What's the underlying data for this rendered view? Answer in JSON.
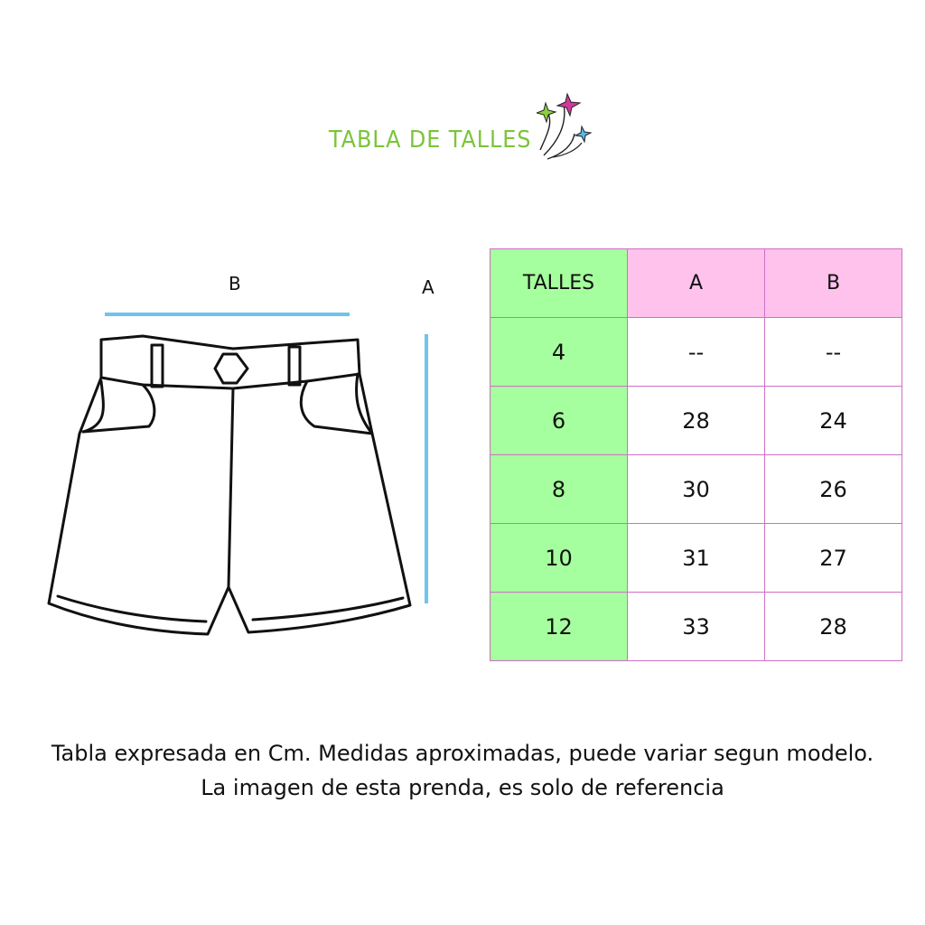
{
  "header": {
    "title": "TABLA DE TALLES"
  },
  "diagram": {
    "label_b": "B",
    "label_a": "A"
  },
  "table": {
    "headers": [
      "TALLES",
      "A",
      "B"
    ],
    "rows": [
      [
        "4",
        "--",
        "--"
      ],
      [
        "6",
        "28",
        "24"
      ],
      [
        "8",
        "30",
        "26"
      ],
      [
        "10",
        "31",
        "27"
      ],
      [
        "12",
        "33",
        "28"
      ]
    ]
  },
  "footer": {
    "line1": "Tabla expresada en Cm. Medidas aproximadas, puede variar segun modelo.",
    "line2": "La imagen de esta prenda, es solo de referencia"
  },
  "colors": {
    "title": "#7cc43a",
    "size_column_bg": "#a6ff9e",
    "header_bg": "#ffc2ec",
    "grid": "#cf6fc6",
    "measure_line": "#6fc3ee",
    "star_green": "#8ccf3c",
    "star_pink": "#d2389b",
    "star_blue": "#5ab8e6"
  }
}
